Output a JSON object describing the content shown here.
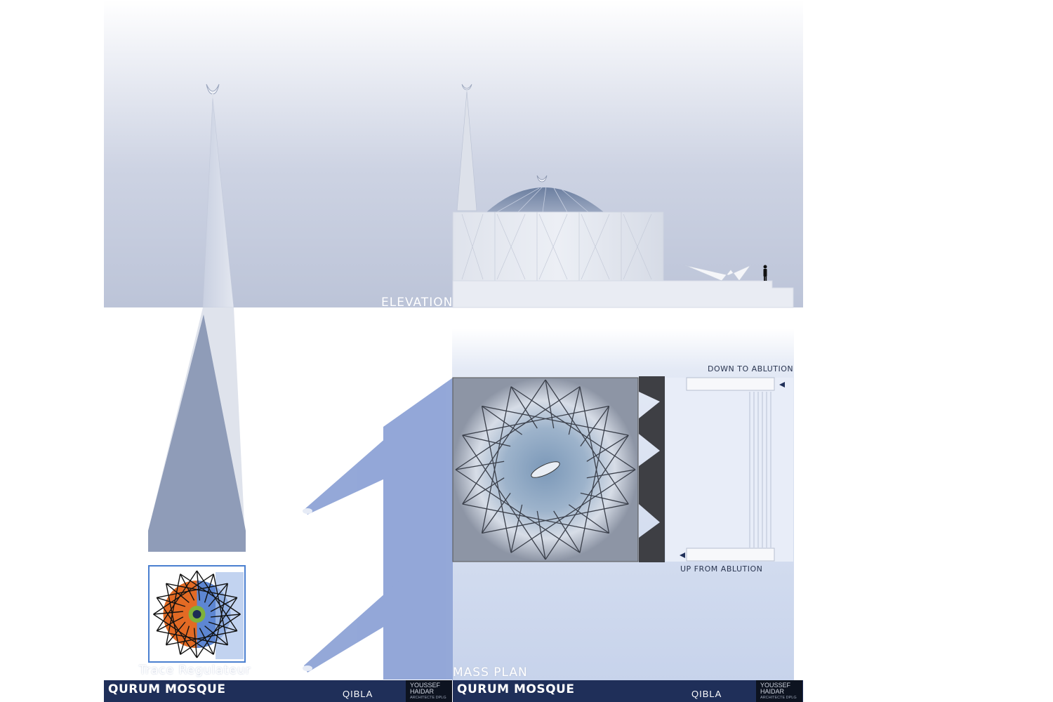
{
  "labels": {
    "elevation": "ELEVATION",
    "mass_plan": "MASS PLAN",
    "trace": "Trace Regulateur",
    "down_to_ablution": "DOWN TO ABLUTION",
    "up_from_ablution": "UP FROM ABLUTION"
  },
  "title_blocks": [
    {
      "title": "QURUM MOSQUE",
      "brand": "QIBLA",
      "author_line1": "YOUSSEF",
      "author_line2": "HAIDAR",
      "author_sub": "ARCHITECTE DPLG"
    },
    {
      "title": "QURUM MOSQUE",
      "brand": "QIBLA",
      "author_line1": "YOUSSEF",
      "author_line2": "HAIDAR",
      "author_sub": "ARCHITECTE DPLG"
    }
  ],
  "colors": {
    "titlebar": "#1f2f59",
    "sky_bottom": "#bcc4d8",
    "minaret": "#8f9cb8",
    "shadow": "#8ea3d6",
    "pattern_orange": "#e36a24",
    "pattern_blue": "#4a79c9"
  }
}
